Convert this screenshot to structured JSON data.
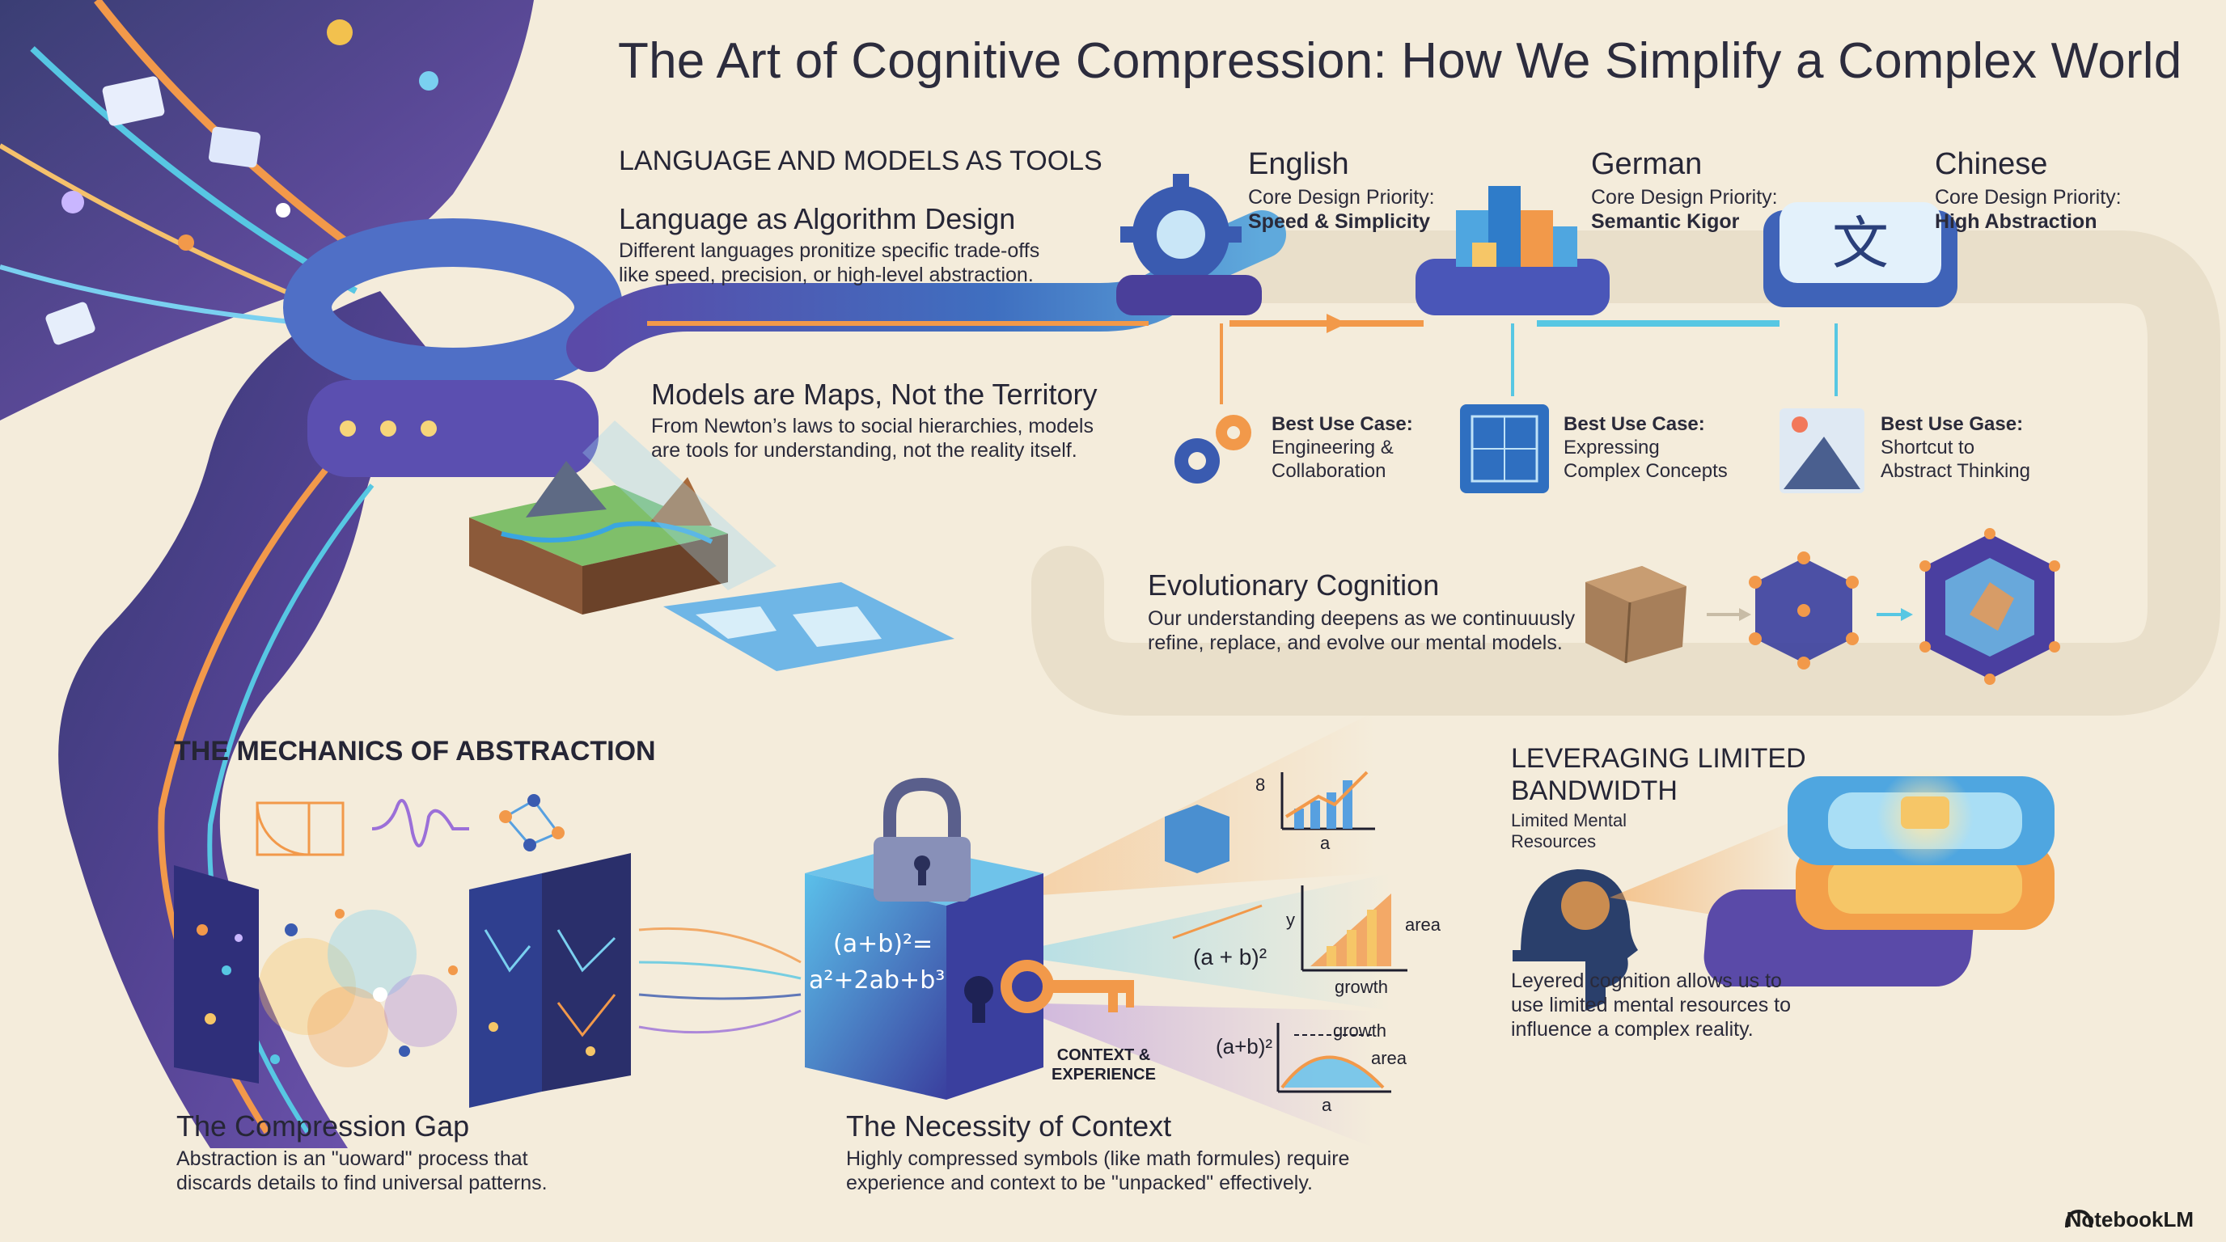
{
  "title": "The Art of Cognitive Compression: How We Simplify a Complex World",
  "brand": "NotebookLM",
  "language_models": {
    "heading": "LANGUAGE AND MODELS AS TOOLS",
    "algorithm": {
      "title": "Language as Algorithm Design",
      "line1": "Different languages pronitize specific trade-offs",
      "line2": "like speed, precision, or high-level abstraction."
    },
    "maps": {
      "title": "Models are Maps, Not the Territory",
      "line1": "From Newton’s laws to social hierarchies, models",
      "line2": "are tools for understanding, not the reality itself."
    },
    "languages": [
      {
        "name": "English",
        "priority_label": "Core Design Priority:",
        "priority": "Speed & Simplicity",
        "use_label": "Best Use Case:",
        "use_line1": "Engineering &",
        "use_line2": "Collaboration"
      },
      {
        "name": "German",
        "priority_label": "Core Design Priority:",
        "priority": "Semantic Kigor",
        "use_label": "Best Use Case:",
        "use_line1": "Expressing",
        "use_line2": "Complex Concepts"
      },
      {
        "name": "Chinese",
        "priority_label": "Core Design Priority:",
        "priority": "High Abstraction",
        "use_label": "Best Use Gase:",
        "use_line1": "Shortcut to",
        "use_line2": "Abstract Thinking"
      }
    ],
    "evolution": {
      "title": "Evolutionary Cognition",
      "line1": "Our understanding deepens as we continuuusly",
      "line2": "refine, replace, and evolve our mental models."
    }
  },
  "mechanics": {
    "heading": "THE MECHANICS OF ABSTRACTION",
    "gap": {
      "title": "The Compression Gap",
      "line1": "Abstraction is an \"uoward\" process that",
      "line2": "discards details to find universal patterns."
    },
    "context": {
      "title": "The Necessity of Context",
      "line1": "Highly compressed symbols (like math formules) require",
      "line2": "experience and context to be \"unpacked\" effectively.",
      "cube_formula1": "(a+b)²=",
      "cube_formula2": "a²+2ab+b³",
      "key_label1": "CONTEXT &",
      "key_label2": "EXPERIENCE",
      "graph1_y": "8",
      "graph1_x": "a",
      "graph2_formula": "(a + b)²",
      "graph2_y": "y",
      "graph2_area": "area",
      "graph2_x": "growth",
      "graph3_formula": "(a+b)²",
      "graph3_growth": "growth",
      "graph3_area": "area",
      "graph3_x": "a"
    }
  },
  "bandwidth": {
    "heading1": "LEVERAGING LIMITED",
    "heading2": "BANDWIDTH",
    "sub1": "Limited Mental",
    "sub2": "Resources",
    "line1": "Leyered cognition allows us to",
    "line2": "use limited mental resources to",
    "line3": "influence a complex reality."
  },
  "colors": {
    "background": "#f4ecdb",
    "stream_purple": "#4b3a8f",
    "stream_blue": "#3aa6e0",
    "accent_orange": "#f2994a",
    "accent_teal": "#57c7e3"
  }
}
